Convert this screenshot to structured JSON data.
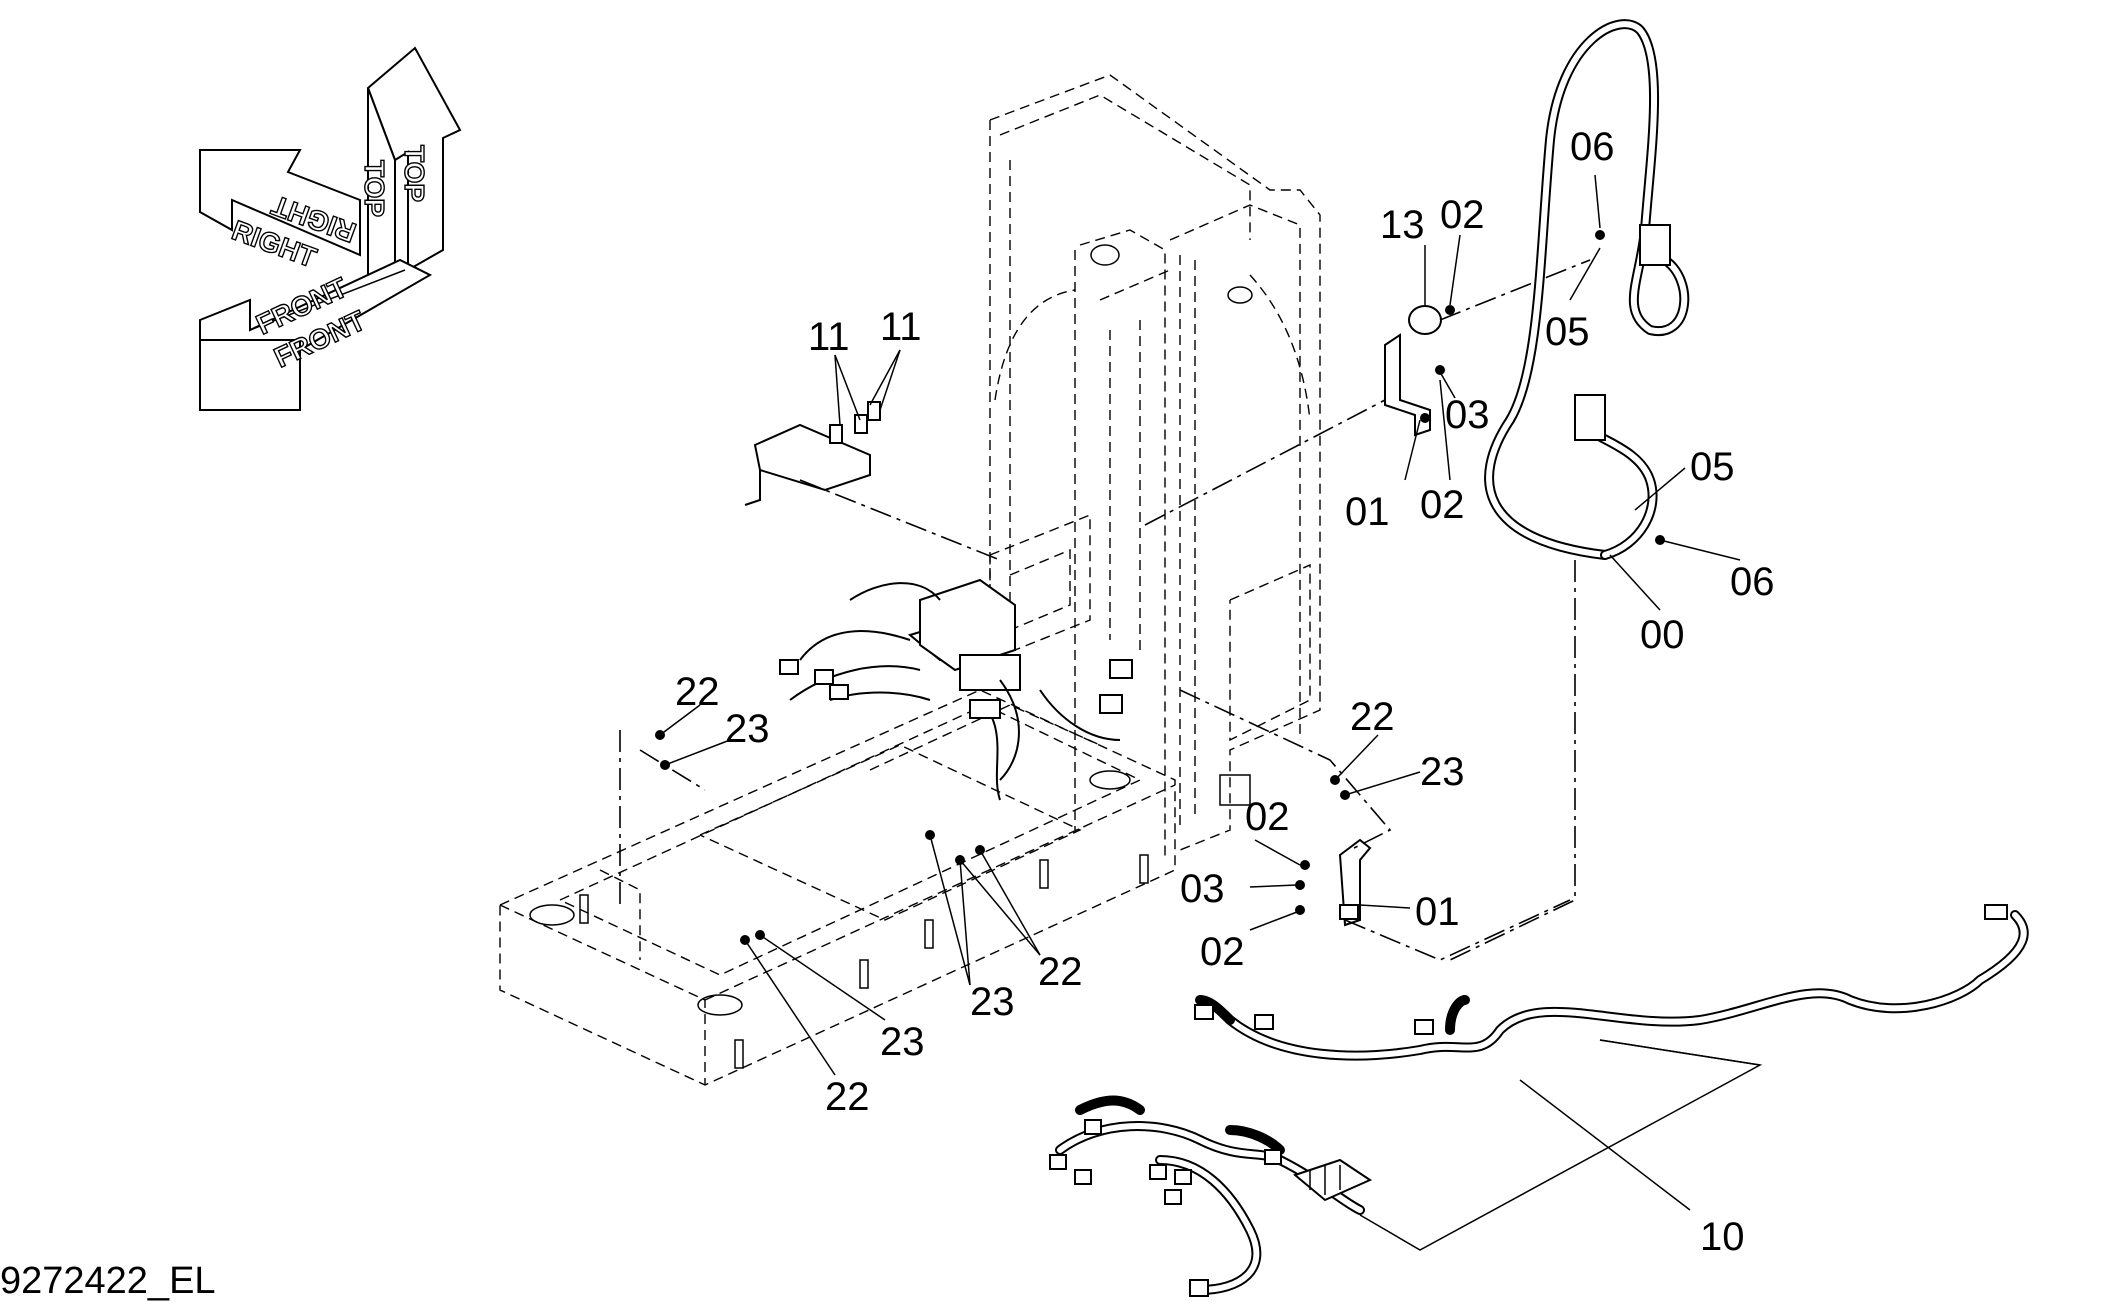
{
  "drawing_id": "9272422_EL",
  "orientation": {
    "top": "TOP",
    "right": "RIGHT",
    "front": "FRONT"
  },
  "callouts": [
    {
      "id": "c-13",
      "text": "13"
    },
    {
      "id": "c-02a",
      "text": "02"
    },
    {
      "id": "c-06a",
      "text": "06"
    },
    {
      "id": "c-05a",
      "text": "05"
    },
    {
      "id": "c-03a",
      "text": "03"
    },
    {
      "id": "c-01a",
      "text": "01"
    },
    {
      "id": "c-02b",
      "text": "02"
    },
    {
      "id": "c-05b",
      "text": "05"
    },
    {
      "id": "c-06b",
      "text": "06"
    },
    {
      "id": "c-00",
      "text": "00"
    },
    {
      "id": "c-11a",
      "text": "11"
    },
    {
      "id": "c-11b",
      "text": "11"
    },
    {
      "id": "c-22a",
      "text": "22"
    },
    {
      "id": "c-23a",
      "text": "23"
    },
    {
      "id": "c-22b",
      "text": "22"
    },
    {
      "id": "c-23b",
      "text": "23"
    },
    {
      "id": "c-02c",
      "text": "02"
    },
    {
      "id": "c-03b",
      "text": "03"
    },
    {
      "id": "c-01b",
      "text": "01"
    },
    {
      "id": "c-02d",
      "text": "02"
    },
    {
      "id": "c-22c",
      "text": "22"
    },
    {
      "id": "c-23c",
      "text": "23"
    },
    {
      "id": "c-23d",
      "text": "23"
    },
    {
      "id": "c-22d",
      "text": "22"
    },
    {
      "id": "c-10",
      "text": "10"
    }
  ]
}
